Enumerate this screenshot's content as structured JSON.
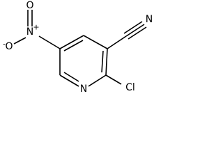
{
  "molecule": {
    "atoms": {
      "N_ring": "N",
      "Cl": "Cl",
      "N_nitrile": "N",
      "N_nitro": "N",
      "N_nitro_plus": "+",
      "O_top": "O",
      "O_left": "O",
      "O_left_minus": "-"
    }
  }
}
